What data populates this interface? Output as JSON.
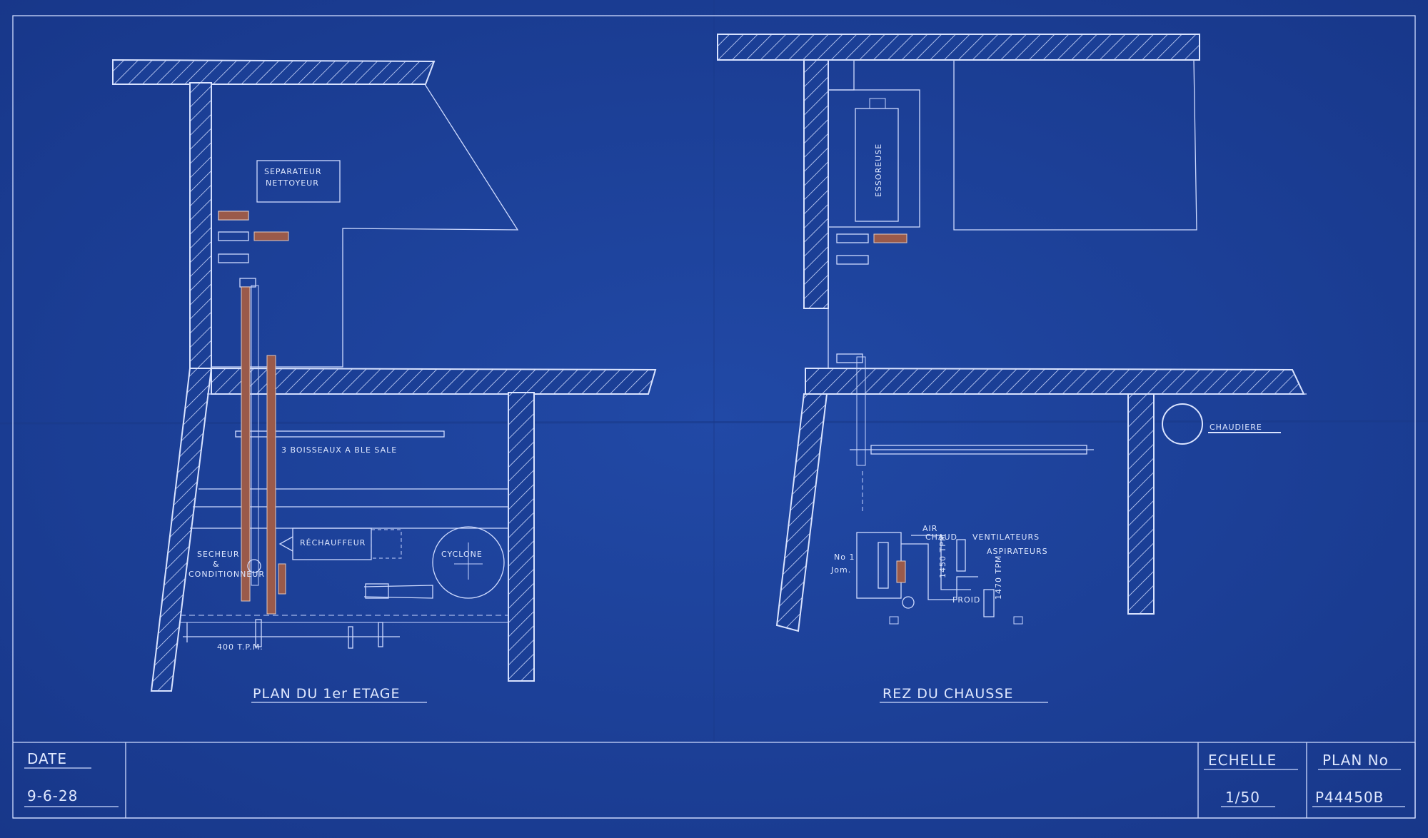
{
  "title_block": {
    "date_label": "DATE",
    "date_value": "9-6-28",
    "scale_label": "ECHELLE",
    "scale_value": "1/50",
    "plan_no_label": "PLAN No",
    "plan_no_value": "P44450B"
  },
  "left_plan": {
    "title": "PLAN DU 1er ETAGE",
    "labels": {
      "separator": "SEPARATEUR",
      "cleaner": "NETTOYEUR",
      "bins": "3 BOISSEAUX A BLE SALE",
      "reheater": "RÉCHAUFFEUR",
      "dryer": "SECHEUR",
      "dryer_and": "&",
      "conditioner": "CONDITIONNEUR",
      "cyclone": "CYCLONE",
      "rpm": "400 T.P.M."
    }
  },
  "right_plan": {
    "title": "REZ DU CHAUSSE",
    "labels": {
      "dryer_spin": "ESSOREUSE",
      "boiler": "CHAUDIERE",
      "hot_air": "AIR",
      "hot_air2": "CHAUD",
      "fans": "VENTILATEURS",
      "aspirators": "ASPIRATEURS",
      "no1": "No 1",
      "jom": "Jom.",
      "cold": "FROID",
      "rpm_a": "1450 TPM",
      "rpm_b": "1470 TPM"
    }
  },
  "colors": {
    "paper": "#1b3f96",
    "line": "#d9e3ff",
    "copper": "#9a5a4a"
  }
}
